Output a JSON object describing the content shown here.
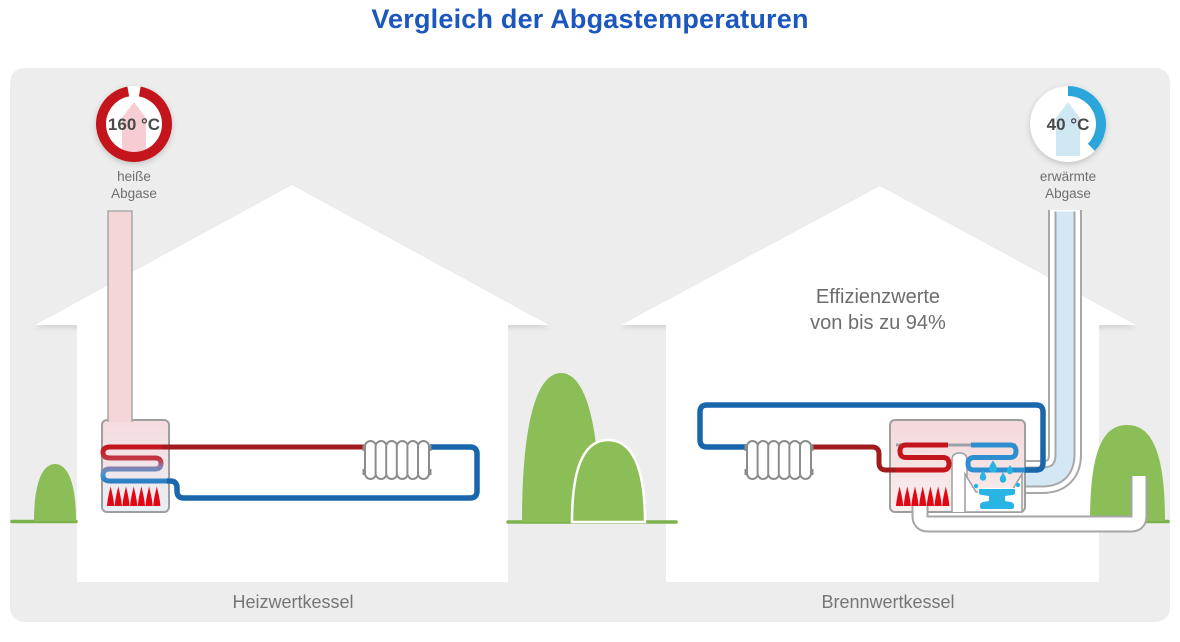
{
  "title": "Vergleich der Abgastemperaturen",
  "left_system": {
    "gauge": {
      "value": "160 °C",
      "caption_line1": "heiße",
      "caption_line2": "Abgase"
    },
    "label": "Heizwertkessel"
  },
  "right_system": {
    "gauge": {
      "value": "40 °C",
      "caption_line1": "erwärmte",
      "caption_line2": "Abgase"
    },
    "efficiency_line1": "Effizienzwerte",
    "efficiency_line2": "von bis zu 94%",
    "label": "Brennwertkessel"
  },
  "colors": {
    "title_blue": "#1b57be",
    "panel_gray": "#ededed",
    "hot_red": "#c4151c",
    "pipe_red": "#a01b1e",
    "pipe_blue": "#1966ab",
    "coil_blue": "#2e8ecf",
    "cool_cyan": "#2ba6d8",
    "condensate_cyan": "#29b4e6",
    "flame_red": "#e30613",
    "bush_green": "#8cbe58",
    "ground_green": "#7db14c",
    "text_gray": "#6e6e6e"
  }
}
